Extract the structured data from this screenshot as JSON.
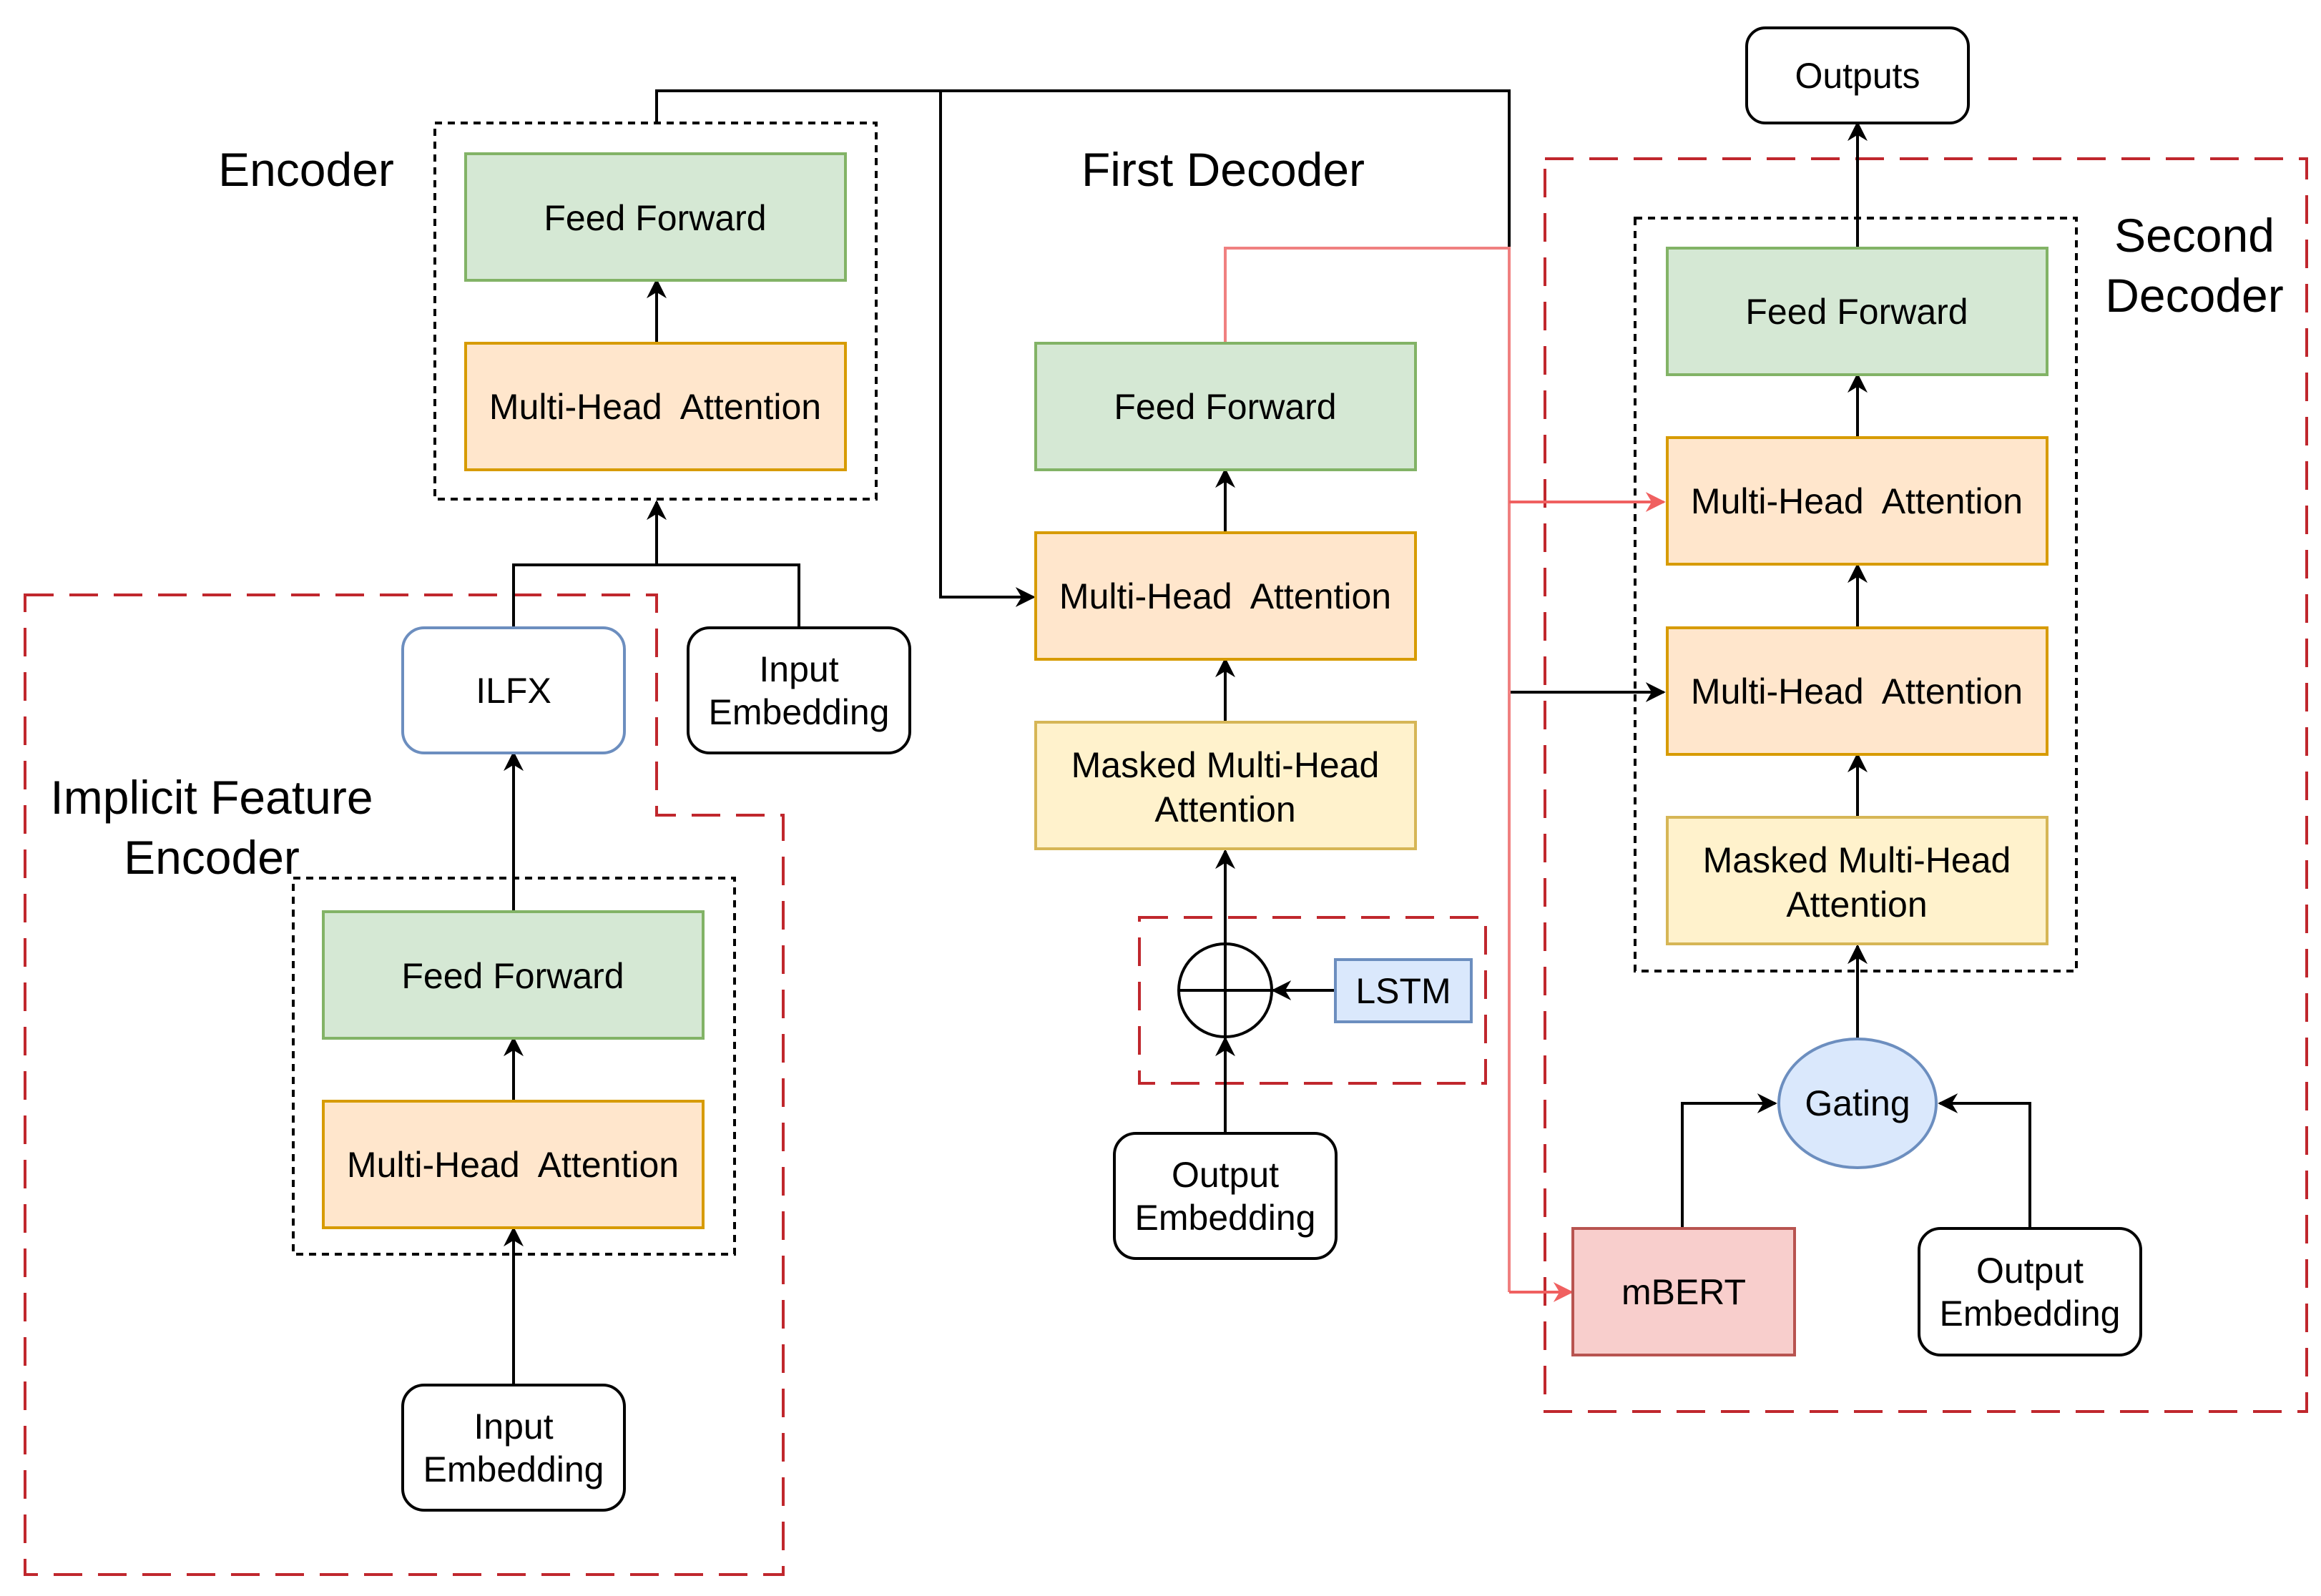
{
  "colors": {
    "line": "#000000",
    "red_line": "#f08080",
    "red_dash": "#c0272d",
    "green_fill": "#d5e8d4",
    "green_stroke": "#82b366",
    "orange_fill": "#ffe6cc",
    "orange_stroke": "#d79b00",
    "yellow_fill": "#fff2cc",
    "yellow_stroke": "#d6b656",
    "blue_fill": "#dae8fc",
    "blue_stroke": "#6c8ebf",
    "pink_fill": "#f8cecc",
    "pink_stroke": "#b85450"
  },
  "titles": {
    "encoder": "Encoder",
    "first_decoder": "First Decoder",
    "second_decoder_line1": "Second",
    "second_decoder_line2": "Decoder",
    "implicit_line1": "Implicit Feature",
    "implicit_line2": "Encoder"
  },
  "encoder": {
    "feed_forward": "Feed Forward",
    "attention": "Multi-Head  Attention",
    "ilfx": "ILFX",
    "input_embedding_line1": "Input",
    "input_embedding_line2": "Embedding"
  },
  "implicit_encoder": {
    "feed_forward": "Feed Forward",
    "attention": "Multi-Head  Attention",
    "input_embedding_line1": "Input",
    "input_embedding_line2": "Embedding"
  },
  "first_decoder": {
    "feed_forward": "Feed Forward",
    "attention": "Multi-Head  Attention",
    "masked_line1": "Masked Multi-Head",
    "masked_line2": "Attention",
    "lstm": "LSTM",
    "output_embedding_line1": "Output",
    "output_embedding_line2": "Embedding"
  },
  "second_decoder": {
    "outputs": "Outputs",
    "feed_forward": "Feed Forward",
    "attention_upper": "Multi-Head  Attention",
    "attention_lower": "Multi-Head  Attention",
    "masked_line1": "Masked Multi-Head",
    "masked_line2": "Attention",
    "gating": "Gating",
    "mbert": "mBERT",
    "output_embedding_line1": "Output",
    "output_embedding_line2": "Embedding"
  }
}
